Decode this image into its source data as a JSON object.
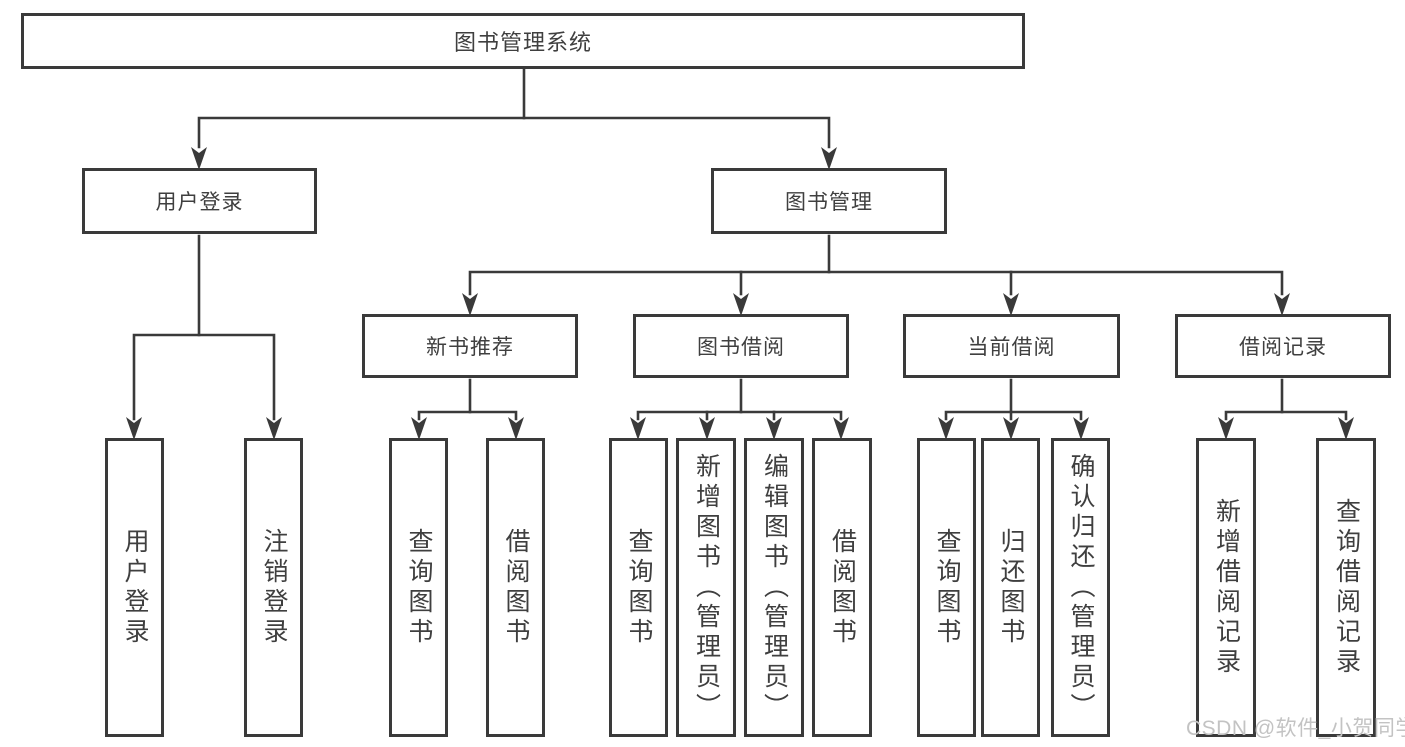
{
  "tree": {
    "root": {
      "label": "图书管理系统",
      "children": [
        {
          "label": "用户登录",
          "children": [
            {
              "label": "用户登录"
            },
            {
              "label": "注销登录"
            }
          ]
        },
        {
          "label": "图书管理",
          "children": [
            {
              "label": "新书推荐",
              "children": [
                {
                  "label": "查询图书"
                },
                {
                  "label": "借阅图书"
                }
              ]
            },
            {
              "label": "图书借阅",
              "children": [
                {
                  "label": "查询图书"
                },
                {
                  "label": "新增图书（管理员）"
                },
                {
                  "label": "编辑图书（管理员）"
                },
                {
                  "label": "借阅图书"
                }
              ]
            },
            {
              "label": "当前借阅",
              "children": [
                {
                  "label": "查询图书"
                },
                {
                  "label": "归还图书"
                },
                {
                  "label": "确认归还（管理员）"
                }
              ]
            },
            {
              "label": "借阅记录",
              "children": [
                {
                  "label": "新增借阅记录"
                },
                {
                  "label": "查询借阅记录"
                }
              ]
            }
          ]
        }
      ]
    }
  },
  "watermark": {
    "text": "CSDN @软件_小贺同学"
  },
  "colors": {
    "line": "#3a3a3a",
    "box_border": "#3a3a3a",
    "text": "#3f3f3f",
    "background": "#ffffff",
    "watermark": "#c3c3c3"
  }
}
